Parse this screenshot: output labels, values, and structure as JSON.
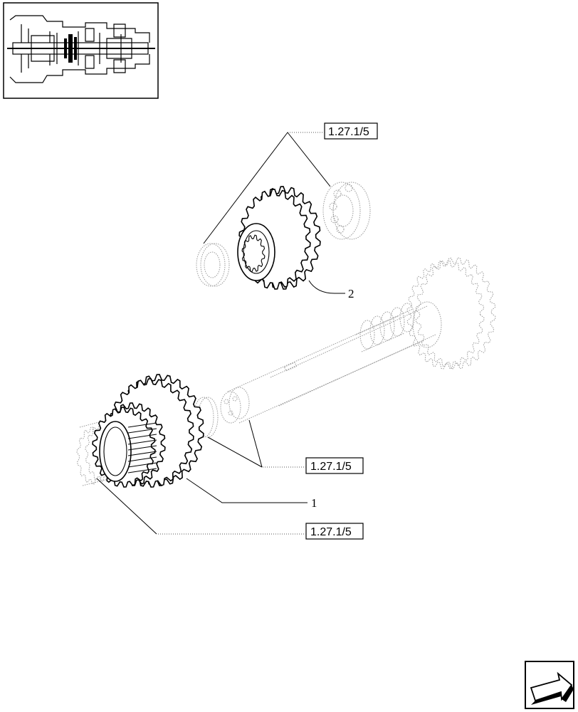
{
  "references": {
    "top_ref": "1.27.1/5",
    "middle_ref": "1.27.1/5",
    "bottom_ref": "1.27.1/5"
  },
  "callouts": {
    "part_1": "1",
    "part_2": "2"
  },
  "icons": {
    "thumbnail": "transmission-section-thumbnail-icon",
    "navigation": "next-page-arrow-icon"
  }
}
